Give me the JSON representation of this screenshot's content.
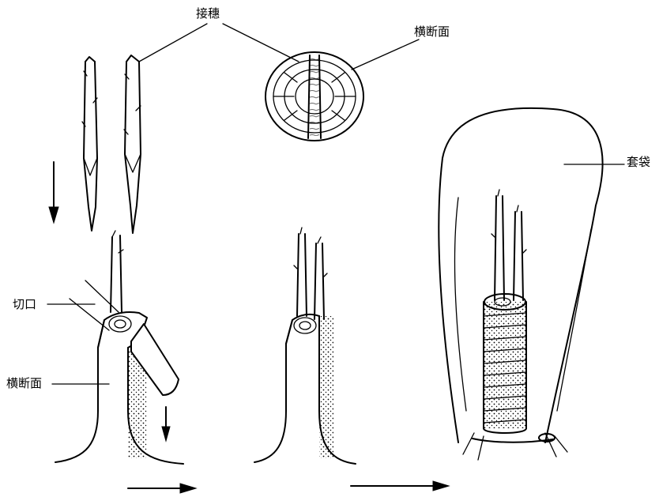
{
  "labels": {
    "scion": "接穗",
    "cross_section_top": "横断面",
    "cut": "切口",
    "cross_section_left": "横断面",
    "bag": "套袋"
  }
}
